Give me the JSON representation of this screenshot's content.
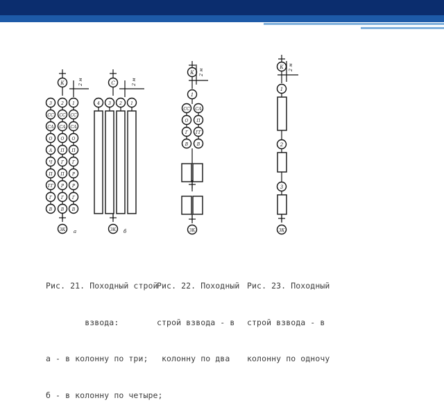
{
  "theme": {
    "banner_dark": "#0b2d6e",
    "banner_mid": "#1d5aa8",
    "banner_light": "#7fb0dc",
    "ink": "#111111"
  },
  "figures": {
    "fig21": {
      "top_letter": "К",
      "grid": [
        [
          "3",
          "2",
          "1"
        ],
        [
          "СС",
          "СС",
          "СС"
        ],
        [
          "СА",
          "СА",
          "СА"
        ],
        [
          "О",
          "О",
          "О"
        ],
        [
          "А",
          "П",
          "П"
        ],
        [
          "Ч",
          "Г",
          "Г"
        ],
        [
          "П",
          "П",
          "Р"
        ],
        [
          "ГГ",
          "Р",
          "Р"
        ],
        [
          "Г",
          "Г",
          "Г"
        ],
        [
          "В",
          "В",
          "В"
        ]
      ],
      "tail_letter": "ЗК",
      "tag": "а",
      "dist": "2 м",
      "b_top_letter": "С",
      "b_head": [
        "4",
        "3",
        "2",
        "1"
      ],
      "b_tail_letter": "ЗК",
      "b_tag": "б",
      "b_dist": "2 м"
    },
    "fig22": {
      "top_letter": "К",
      "dist": "2 м",
      "lead": "1",
      "pairs": [
        [
          "СС",
          "СА"
        ],
        [
          "О",
          "П"
        ],
        [
          "Г",
          "ГГ"
        ],
        [
          "В",
          "В"
        ]
      ],
      "tail_letter": "ЗК"
    },
    "fig23": {
      "top_letter": "К",
      "dist": "2 м",
      "lead": "1",
      "mid1": "2",
      "mid2": "3",
      "tail_letter": "ЗК"
    }
  },
  "captions": {
    "fig21": [
      "Рис. 21. Походный строй",
      "        взвода:",
      "а - в колонну по три;",
      "б - в колонну по четыре;"
    ],
    "fig22": [
      "Рис. 22. Походный",
      "строй взвода - в",
      " колонну по два"
    ],
    "fig23": [
      "Рис. 23. Походный",
      "строй взвода - в",
      "колонну по одночу"
    ]
  }
}
